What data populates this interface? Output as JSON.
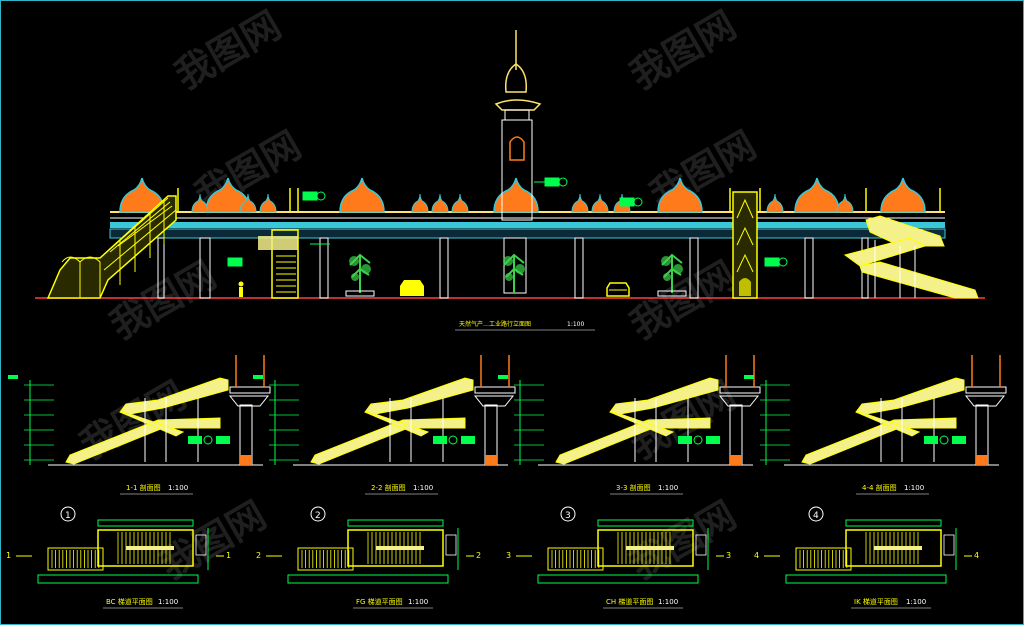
{
  "elevation": {
    "title": "天然气产…工业路行立面图",
    "scale": "1:100"
  },
  "sections": [
    {
      "id": "1-1",
      "label": "1-1 剖面图",
      "scale": "1:100",
      "marker": "1"
    },
    {
      "id": "2-2",
      "label": "2-2 剖面图",
      "scale": "1:100",
      "marker": "2"
    },
    {
      "id": "3-3",
      "label": "3-3 剖面图",
      "scale": "1:100",
      "marker": "3"
    },
    {
      "id": "4-4",
      "label": "4-4 剖面图",
      "scale": "1:100",
      "marker": "4"
    }
  ],
  "plans": [
    {
      "label": "BC 梯道平面图",
      "scale": "1:100",
      "circle": "1",
      "cut": "1"
    },
    {
      "label": "FG 梯道平面图",
      "scale": "1:100",
      "circle": "2",
      "cut": "2"
    },
    {
      "label": "CH 梯道平面图",
      "scale": "1:100",
      "circle": "3",
      "cut": "3"
    },
    {
      "label": "IK 梯道平面图",
      "scale": "1:100",
      "circle": "4",
      "cut": "4"
    }
  ],
  "colors": {
    "background": "#000000",
    "stair_fill": "#f4f08a",
    "stair_line": "#ffff00",
    "deck": "#3ac8d8",
    "dome_fill": "#ff7a1a",
    "dim_green": "#00ff4c",
    "white_line": "#ffffff",
    "watermark": "#3a3a3a"
  },
  "watermark": {
    "text": "我图网"
  }
}
